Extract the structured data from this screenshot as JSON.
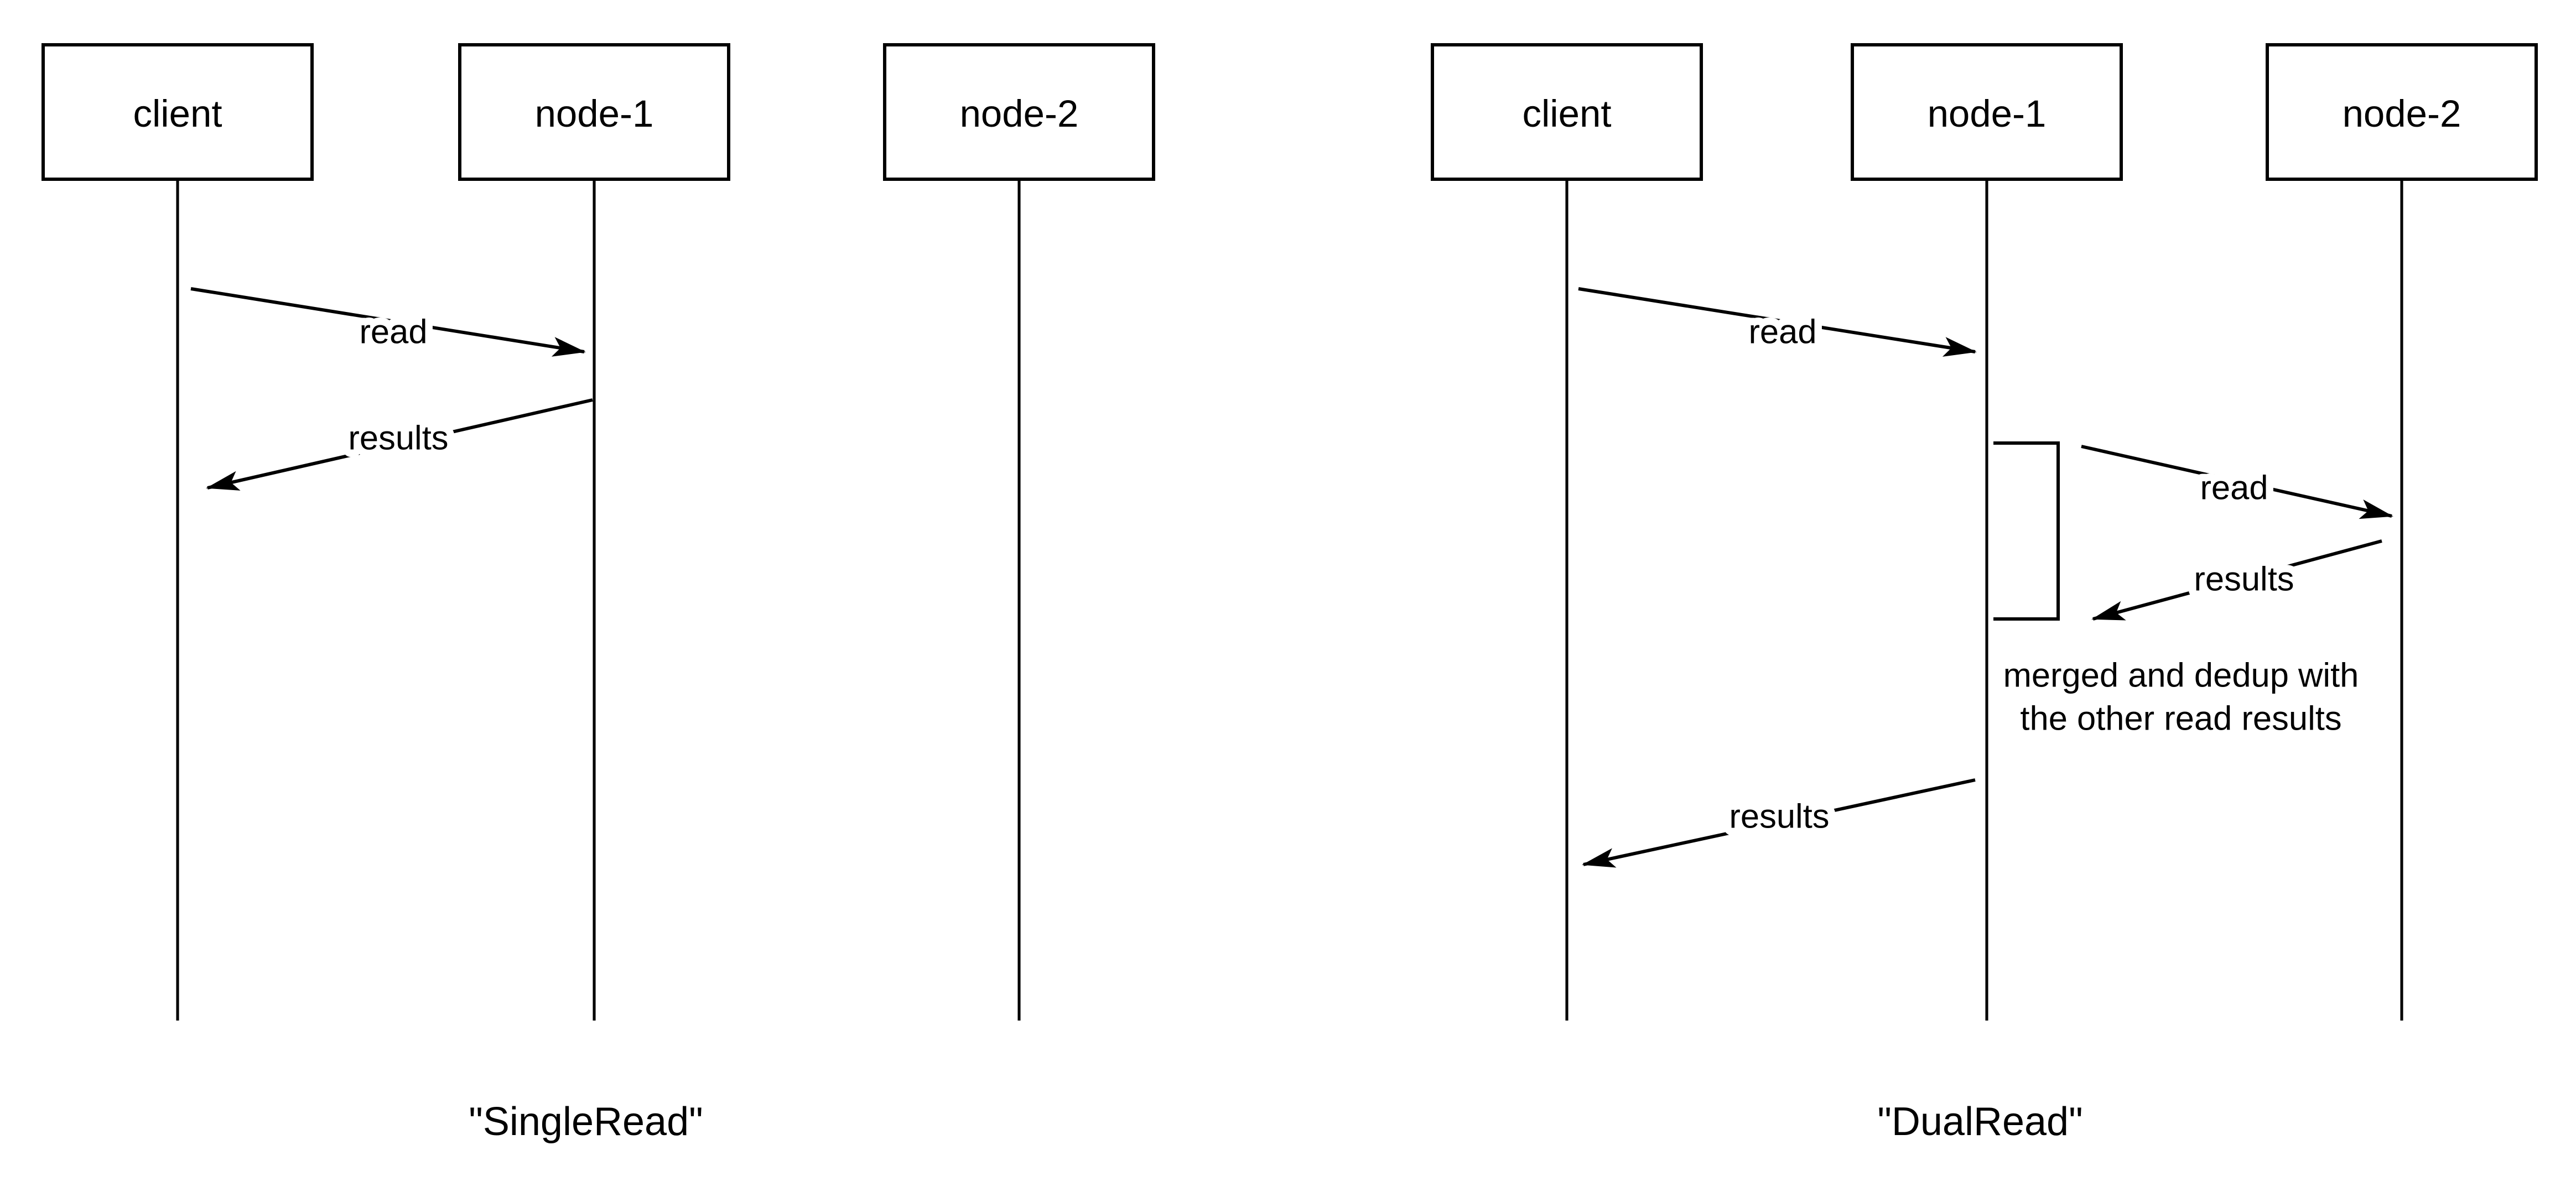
{
  "colors": {
    "background": "#ffffff",
    "stroke": "#000000",
    "text": "#000000"
  },
  "diagrams": [
    {
      "caption": "\"SingleRead\"",
      "actors": [
        {
          "label": "client"
        },
        {
          "label": "node-1"
        },
        {
          "label": "node-2"
        }
      ],
      "messages": [
        {
          "label": "read",
          "from": "client",
          "to": "node-1"
        },
        {
          "label": "results",
          "from": "node-1",
          "to": "client"
        }
      ]
    },
    {
      "caption": "\"DualRead\"",
      "actors": [
        {
          "label": "client"
        },
        {
          "label": "node-1"
        },
        {
          "label": "node-2"
        }
      ],
      "messages": [
        {
          "label": "read",
          "from": "client",
          "to": "node-1"
        },
        {
          "label": "read",
          "from": "node-1",
          "to": "node-2"
        },
        {
          "label": "results",
          "from": "node-2",
          "to": "node-1"
        },
        {
          "label": "results",
          "from": "node-1",
          "to": "client"
        }
      ],
      "note": {
        "line1": "merged and dedup with",
        "line2": "the other read results"
      }
    }
  ]
}
